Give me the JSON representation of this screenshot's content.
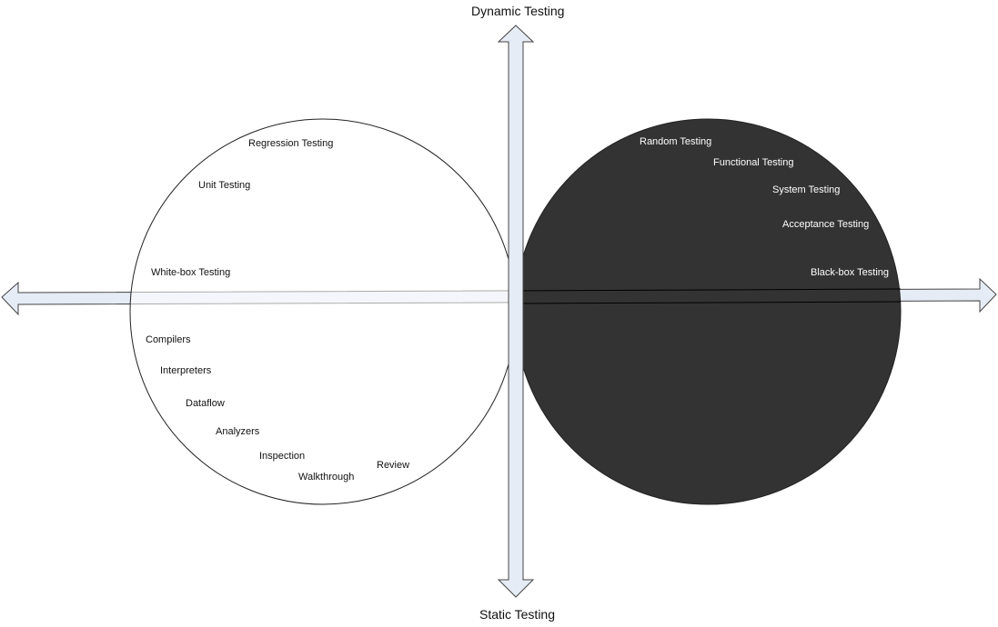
{
  "axes": {
    "top_label": "Dynamic Testing",
    "bottom_label": "Static Testing"
  },
  "white_box": {
    "title": "White-box Testing",
    "upper_items": [
      "Regression Testing",
      "Unit Testing"
    ],
    "lower_items": [
      "Compilers",
      "Interpreters",
      "Dataflow",
      "Analyzers",
      "Inspection",
      "Walkthrough",
      "Review"
    ]
  },
  "black_box": {
    "title": "Black-box Testing",
    "items": [
      "Random Testing",
      "Functional Testing",
      "System Testing",
      "Acceptance Testing"
    ]
  },
  "colors": {
    "arrow_fill": "#e6ecf5",
    "arrow_stroke": "#444444",
    "white_circle_fill": "#ffffff",
    "black_circle_fill": "#333333"
  }
}
